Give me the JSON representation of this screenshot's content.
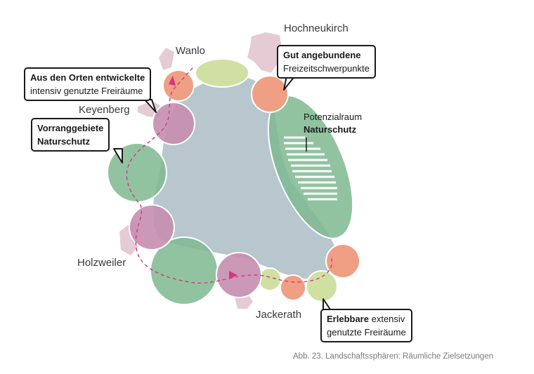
{
  "places": {
    "hochneukirch": "Hochneukirch",
    "wanlo": "Wanlo",
    "keyenberg": "Keyenberg",
    "holzweiler": "Holzweiler",
    "jackerath": "Jackerath"
  },
  "callouts": {
    "orte": {
      "line1": "Aus den Orten entwickelte",
      "line2": "intensiv genutzte Freiräume"
    },
    "vorrang": {
      "line1": "Vorranggebiete",
      "line2": "Naturschutz"
    },
    "freizeit": {
      "line1": "Gut angebundene",
      "line2": "Freizeitschwerpunkte"
    },
    "erlebbar": {
      "bold": "Erlebbare",
      "rest": " extensiv",
      "line2": "genutzte Freiräume"
    }
  },
  "potenzial": {
    "line1": "Potenzialraum",
    "line2": "Naturschutz"
  },
  "caption": "Abb. 23.    Landschaftssphären: Räumliche Zielsetzungen",
  "colors": {
    "lake": "#b7c7cd",
    "green": "#7fb98f",
    "purple": "#c58eaf",
    "salmon": "#ef9f84",
    "lightgreen": "#cfe0a2",
    "pink": "#e0c2cc",
    "path": "#d6387a"
  }
}
